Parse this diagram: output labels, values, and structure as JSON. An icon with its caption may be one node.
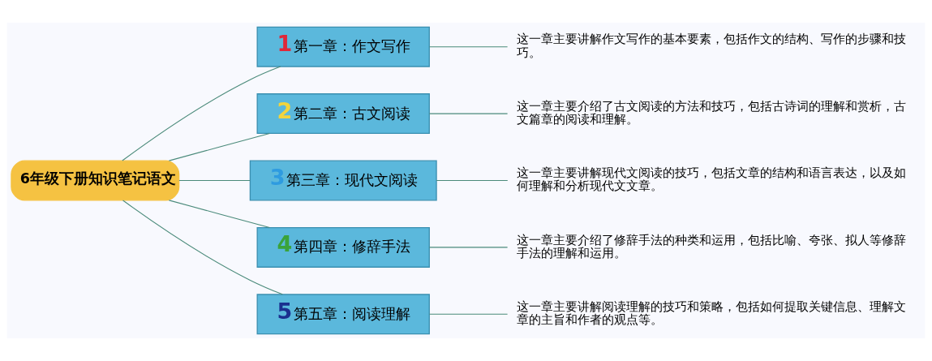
{
  "diagram": {
    "nodes": [
      {
        "text": [
          "6年级下册知识笔记语文"
        ]
      },
      {
        "text": [
          "1",
          "第一章：作文写作"
        ]
      },
      {
        "text": [
          "这一章主要讲解作文写作的基本要素，包括作文的结构、写作的步骤和技巧。"
        ]
      },
      {
        "text": [
          "2",
          "第二章：古文阅读"
        ]
      },
      {
        "text": [
          "这一章主要介绍了古文阅读的方法和技巧，包括古诗词的理解和赏析，古文篇章的阅读和理解。"
        ]
      },
      {
        "text": [
          "3",
          "第三章：现代文阅读"
        ]
      },
      {
        "text": [
          "这一章主要讲解现代文阅读的技巧，包括文章的结构和语言表达，以及如何理解和分析现代文文章。"
        ]
      },
      {
        "text": [
          "4",
          "第四章：修辞手法"
        ]
      },
      {
        "text": [
          "这一章主要介绍了修辞手法的种类和运用，包括比喻、夸张、拟人等修辞手法的理解和运用。"
        ]
      },
      {
        "text": [
          "5",
          "第五章：阅读理解"
        ]
      },
      {
        "text": [
          "这一章主要讲解阅读理解的技巧和策略，包括如何提取关键信息、理解文章的主旨和作者的观点等。"
        ]
      }
    ],
    "edges": [
      {
        "from": 0,
        "to": 1,
        "arrow": "none"
      },
      {
        "from": 1,
        "to": 2,
        "arrow": "none"
      },
      {
        "from": 0,
        "to": 3,
        "arrow": "none"
      },
      {
        "from": 3,
        "to": 4,
        "arrow": "none"
      },
      {
        "from": 0,
        "to": 5,
        "arrow": "none"
      },
      {
        "from": 5,
        "to": 6,
        "arrow": "none"
      },
      {
        "from": 0,
        "to": 7,
        "arrow": "none"
      },
      {
        "from": 7,
        "to": 8,
        "arrow": "none"
      },
      {
        "from": 0,
        "to": 9,
        "arrow": "none"
      },
      {
        "from": 9,
        "to": 10,
        "arrow": "none"
      }
    ]
  }
}
